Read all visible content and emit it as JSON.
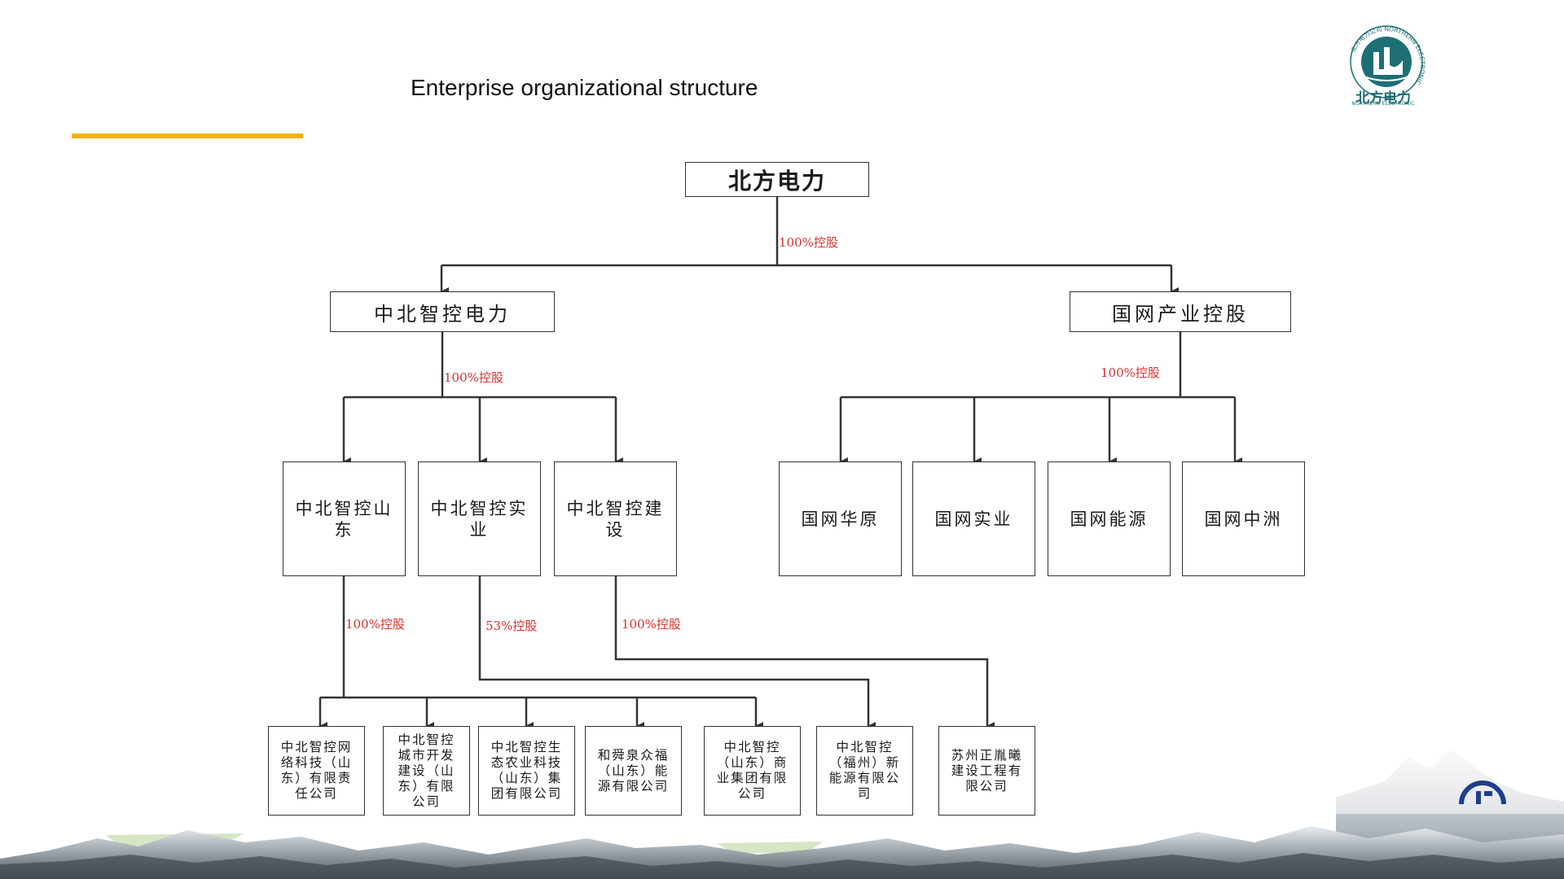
{
  "slide": {
    "title": "Enterprise organizational structure",
    "accent_color": "#f2b211"
  },
  "logo": {
    "name": "北方电力",
    "sub": "NORTHERN ELECTRONIC",
    "ring_text": "北方电力公司 NORTHERN ELECTRONIC",
    "color": "#1d6f74"
  },
  "org": {
    "root": "北方电力",
    "holding_left": "中北智控电力",
    "holding_right": "国网产业控股",
    "left_children": [
      "中北智控山东",
      "中北智控实业",
      "中北智控建设"
    ],
    "right_children": [
      "国网华原",
      "国网实业",
      "国网能源",
      "国网中洲"
    ],
    "leaves": [
      "中北智控网络科技（山东）有限责任公司",
      "中北智控城市开发建设（山东）有限公司",
      "中北智控生态农业科技（山东）集团有限公司",
      "和舜泉众福（山东）能源有限公司",
      "中北智控（山东）商业集团有限公司",
      "中北智控（福州）新能源有限公司",
      "苏州正胤曦建设工程有限公司"
    ],
    "ownership": {
      "root_to_holdings": "100%控股",
      "left_holding_to_children": "100%控股",
      "right_holding_to_children": "100%控股",
      "shandong_to_leaves": "100%控股",
      "shiye_to_leaf": "53%控股",
      "jianshe_to_leaf": "100%控股"
    },
    "label_color": "#d8322e"
  },
  "decor": {
    "corner_icon": "partial-logo-icon",
    "footer": "mountain-range-image"
  }
}
